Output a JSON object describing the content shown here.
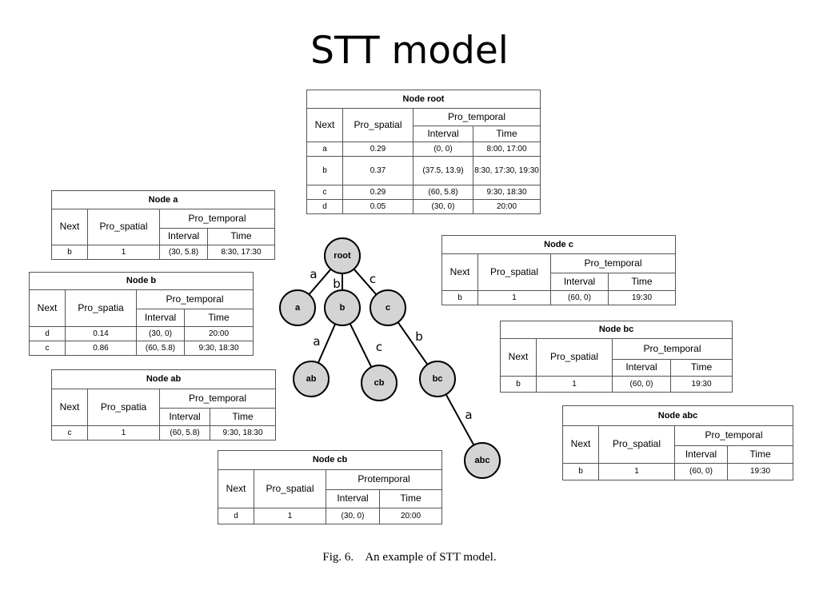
{
  "slide_title": "STT model",
  "caption": "Fig. 6.    An example of STT model.",
  "tree": {
    "nodes": [
      {
        "id": "root",
        "label": "root"
      },
      {
        "id": "a",
        "label": "a"
      },
      {
        "id": "b",
        "label": "b"
      },
      {
        "id": "c",
        "label": "c"
      },
      {
        "id": "ab",
        "label": "ab"
      },
      {
        "id": "cb",
        "label": "cb"
      },
      {
        "id": "bc",
        "label": "bc"
      },
      {
        "id": "abc",
        "label": "abc"
      }
    ],
    "edges": [
      {
        "from": "root",
        "to": "a",
        "label": "a"
      },
      {
        "from": "root",
        "to": "b",
        "label": "b"
      },
      {
        "from": "root",
        "to": "c",
        "label": "c"
      },
      {
        "from": "b",
        "to": "ab",
        "label": "a"
      },
      {
        "from": "b",
        "to": "cb",
        "label": "c"
      },
      {
        "from": "c",
        "to": "bc",
        "label": "b"
      },
      {
        "from": "bc",
        "to": "abc",
        "label": "a"
      }
    ]
  },
  "tables": {
    "root": {
      "title": "Node  root",
      "col_next": "Next",
      "col_spatial": "Pro_spatial",
      "col_temporal": "Pro_temporal",
      "col_interval": "Interval",
      "col_time": "Time",
      "rows": [
        {
          "next": "a",
          "spatial": "0.29",
          "interval": "(0, 0)",
          "time": "8:00, 17:00"
        },
        {
          "next": "b",
          "spatial": "0.37",
          "interval": "(37.5, 13.9)",
          "time": "8:30, 17:30, 19:30"
        },
        {
          "next": "c",
          "spatial": "0.29",
          "interval": "(60, 5.8)",
          "time": "9:30, 18:30"
        },
        {
          "next": "d",
          "spatial": "0.05",
          "interval": "(30, 0)",
          "time": "20:00"
        }
      ]
    },
    "a": {
      "title": "Node a",
      "col_next": "Next",
      "col_spatial": "Pro_spatial",
      "col_temporal": "Pro_temporal",
      "col_interval": "Interval",
      "col_time": "Time",
      "rows": [
        {
          "next": "b",
          "spatial": "1",
          "interval": "(30, 5.8)",
          "time": "8:30, 17:30"
        }
      ]
    },
    "b": {
      "title": "Node b",
      "col_next": "Next",
      "col_spatial": "Pro_spatia",
      "col_temporal": "Pro_temporal",
      "col_interval": "Interval",
      "col_time": "Time",
      "rows": [
        {
          "next": "d",
          "spatial": "0.14",
          "interval": "(30, 0)",
          "time": "20:00"
        },
        {
          "next": "c",
          "spatial": "0.86",
          "interval": "(60, 5.8)",
          "time": "9:30, 18:30"
        }
      ]
    },
    "ab": {
      "title": "Node ab",
      "col_next": "Next",
      "col_spatial": "Pro_spatia",
      "col_temporal": "Pro_temporal",
      "col_interval": "Interval",
      "col_time": "Time",
      "rows": [
        {
          "next": "c",
          "spatial": "1",
          "interval": "(60, 5.8)",
          "time": "9:30, 18:30"
        }
      ]
    },
    "cb": {
      "title": "Node cb",
      "col_next": "Next",
      "col_spatial": "Pro_spatial",
      "col_temporal": "Protemporal",
      "col_interval": "Interval",
      "col_time": "Time",
      "rows": [
        {
          "next": "d",
          "spatial": "1",
          "interval": "(30, 0)",
          "time": "20:00"
        }
      ]
    },
    "c": {
      "title": "Node c",
      "col_next": "Next",
      "col_spatial": "Pro_spatial",
      "col_temporal": "Pro_temporal",
      "col_interval": "Interval",
      "col_time": "Time",
      "rows": [
        {
          "next": "b",
          "spatial": "1",
          "interval": "(60, 0)",
          "time": "19:30"
        }
      ]
    },
    "bc": {
      "title": "Node bc",
      "col_next": "Next",
      "col_spatial": "Pro_spatial",
      "col_temporal": "Pro_temporal",
      "col_interval": "Interval",
      "col_time": "Time",
      "rows": [
        {
          "next": "b",
          "spatial": "1",
          "interval": "(60, 0)",
          "time": "19:30"
        }
      ]
    },
    "abc": {
      "title": "Node abc",
      "col_next": "Next",
      "col_spatial": "Pro_spatial",
      "col_temporal": "Pro_temporal",
      "col_interval": "Interval",
      "col_time": "Time",
      "rows": [
        {
          "next": "b",
          "spatial": "1",
          "interval": "(60, 0)",
          "time": "19:30"
        }
      ]
    }
  }
}
